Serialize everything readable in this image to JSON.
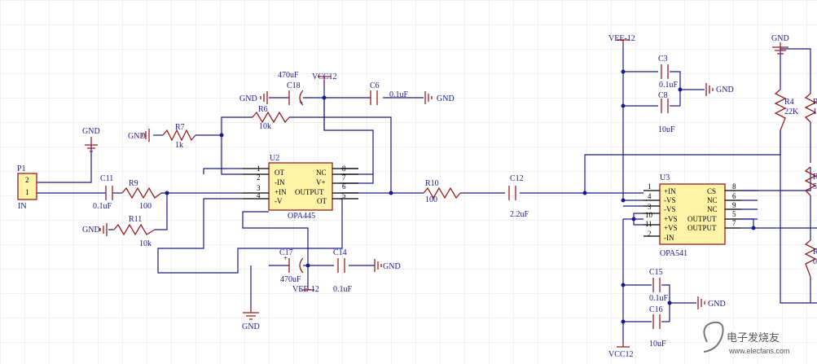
{
  "labels": {
    "p1": "P1",
    "p1_in": "IN",
    "p1_pin2": "2",
    "p1_pin1": "1",
    "gnd": "GND",
    "gnd_right": "GND",
    "vcc12": "VCC12",
    "vee12": "VEE-12",
    "c11": "C11",
    "c11_val": "0.1uF",
    "r9": "R9",
    "r9_val": "100",
    "r11": "R11",
    "r11_val": "10k",
    "r7": "R7",
    "r7_val": "1k",
    "r6": "R6",
    "r6_val": "10k",
    "c18": "C18",
    "c18_val": "470uF",
    "c6": "C6",
    "c6_val": "0.1uF",
    "u2": "U2",
    "u2_part": "OPA445",
    "u2_pins": [
      "OT",
      "-IN",
      "+IN",
      "-V",
      "NC",
      "V+",
      "OUTPUT",
      "OT"
    ],
    "u2_nums": [
      "1",
      "2",
      "3",
      "4",
      "8",
      "7",
      "6",
      "5"
    ],
    "c17": "C17",
    "c17_val": "470uF",
    "c14": "C14",
    "c14_val": "0.1uF",
    "r10": "R10",
    "r10_val": "100",
    "c12": "C12",
    "c12_val": "2.2uF",
    "c3": "C3",
    "c3_val": "0.1uF",
    "c8": "C8",
    "c8_val": "10uF",
    "r4": "R4",
    "r4_val": "22K",
    "u3": "U3",
    "u3_part": "OPA541",
    "u3_pins": [
      "+IN",
      "-VS",
      "-VS",
      "+VS",
      "+VS",
      "-IN",
      "CS",
      "NC",
      "NC",
      "OUTPUT",
      "OUTPUT"
    ],
    "u3_nums": [
      "1",
      "4",
      "3",
      "10",
      "11",
      "2",
      "8",
      "6",
      "9",
      "5",
      "7"
    ],
    "c15": "C15",
    "c15_val": "0.1uF",
    "c16": "C16",
    "c16_val": "10uF",
    "r_cut_1": "R",
    "r_cut_1b": "1",
    "r_cut_2": "R",
    "r_cut_2b": "5",
    "r_cut_3": "R",
    "r_cut_3b": "0"
  },
  "watermark": {
    "main": "电子发烧友",
    "sub": "www.elecfans.com"
  },
  "colors": {
    "wire": "#1a1a8c",
    "component": "#9a1f1f",
    "ic_body": "#fff3a8",
    "pin": "#000000",
    "grid": "#e3e3e3"
  }
}
